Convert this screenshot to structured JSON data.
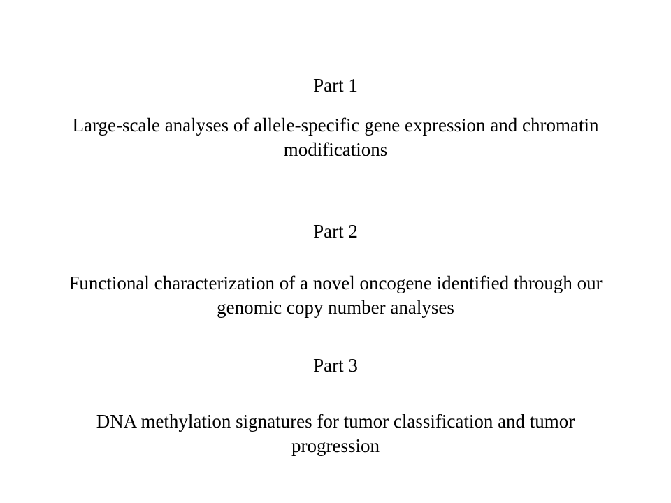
{
  "parts": [
    {
      "heading": "Part 1",
      "description": "Large-scale analyses of allele-specific gene expression and chromatin modifications"
    },
    {
      "heading": "Part 2",
      "description": "Functional characterization of a novel oncogene identified through our genomic copy number analyses"
    },
    {
      "heading": "Part 3",
      "description": "DNA methylation signatures for tumor classification and tumor progression"
    }
  ]
}
